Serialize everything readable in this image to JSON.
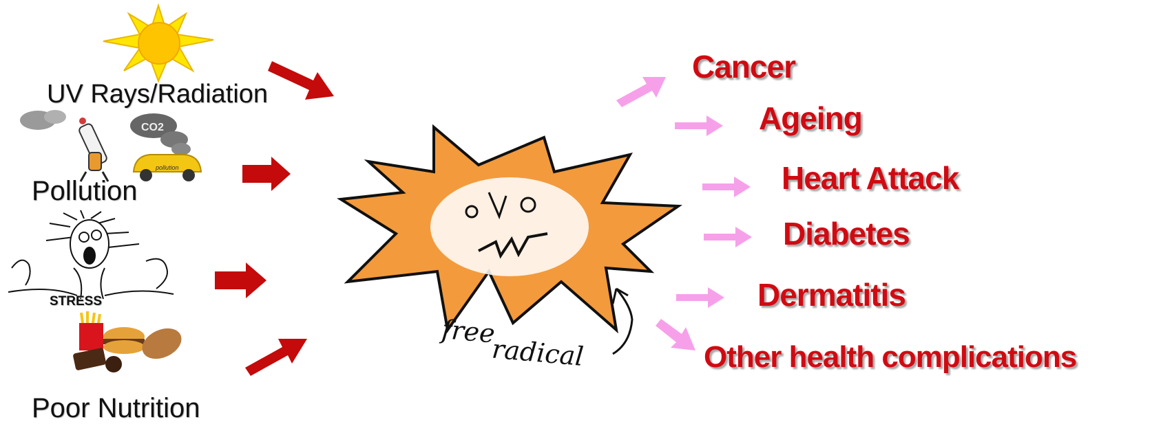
{
  "causes": [
    {
      "label": "UV Rays/Radiation",
      "icon": "sun-icon"
    },
    {
      "label": "Pollution",
      "icon": "cigarette-and-car-icon"
    },
    {
      "label": "STRESS",
      "icon": "stressed-cat-icon"
    },
    {
      "label": "Poor Nutrition",
      "icon": "junk-food-icon"
    }
  ],
  "center": {
    "line1": "free",
    "line2": "radical",
    "icon": "free-radical-star-icon"
  },
  "effects": [
    "Cancer",
    "Ageing",
    "Heart Attack",
    "Diabetes",
    "Dermatitis",
    "Other health complications"
  ],
  "co2_label": "CO2",
  "car_label": "pollution",
  "colors": {
    "cause_arrow": "#c40a0a",
    "effect_arrow": "#f7a0ea",
    "effect_text": "#d10a12",
    "star": "#f39a3c"
  }
}
